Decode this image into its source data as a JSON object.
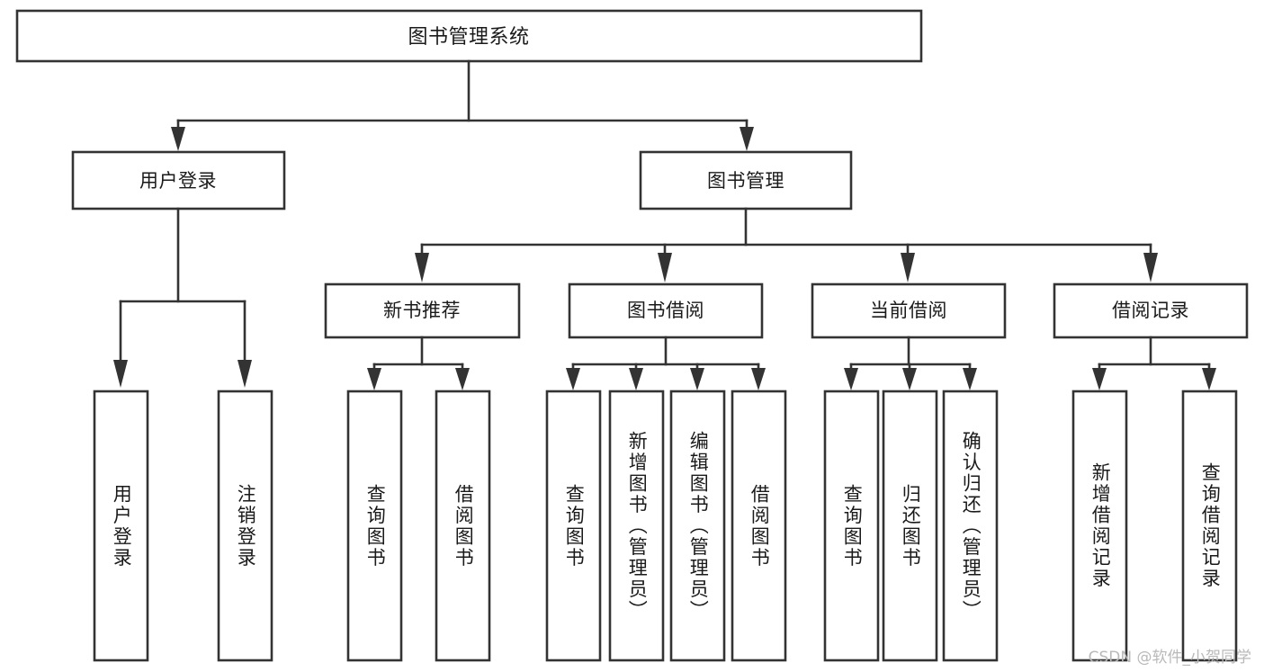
{
  "diagram": {
    "title": "图书管理系统",
    "type": "tree",
    "watermark": "CSDN @软件_小贺同学",
    "colors": {
      "background": "#ffffff",
      "box_stroke": "#333333",
      "box_fill": "#ffffff",
      "text": "#1a1a1a",
      "watermark": "#b9b9b9"
    },
    "root": {
      "label": "图书管理系统"
    },
    "level1": [
      {
        "label": "用户登录"
      },
      {
        "label": "图书管理"
      }
    ],
    "level2": [
      {
        "label": "新书推荐"
      },
      {
        "label": "图书借阅"
      },
      {
        "label": "当前借阅"
      },
      {
        "label": "借阅记录"
      }
    ],
    "leaves": {
      "user_login": [
        {
          "label": "用户登录"
        },
        {
          "label": "注销登录"
        }
      ],
      "new_book_recommend": [
        {
          "label": "查询图书"
        },
        {
          "label": "借阅图书"
        }
      ],
      "book_borrow": [
        {
          "label": "查询图书"
        },
        {
          "label": "新增图书（管理员）"
        },
        {
          "label": "编辑图书（管理员）"
        },
        {
          "label": "借阅图书"
        }
      ],
      "current_borrow": [
        {
          "label": "查询图书"
        },
        {
          "label": "归还图书"
        },
        {
          "label": "确认归还（管理员）"
        }
      ],
      "borrow_record": [
        {
          "label": "新增借阅记录"
        },
        {
          "label": "查询借阅记录"
        }
      ]
    }
  }
}
